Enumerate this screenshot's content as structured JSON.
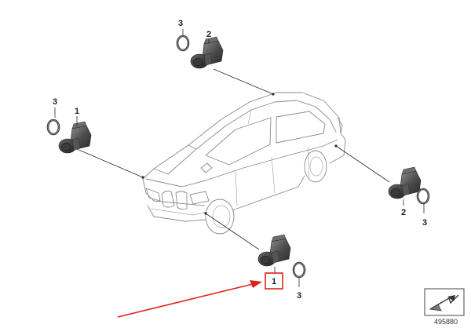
{
  "diagram": {
    "callouts": {
      "top_sensor": "2",
      "top_ring": "3",
      "left_sensor": "1",
      "left_ring": "3",
      "right_sensor": "2",
      "right_ring": "3",
      "front_sensor": "1",
      "front_ring": "3"
    },
    "highlighted_callout": "front_sensor",
    "highlight_color": "#e0201a",
    "arrow_color": "#e0201a",
    "document_number": "495880",
    "icons": [
      "parking-sensor-icon",
      "sealing-ring-icon",
      "car-outline-icon",
      "corner-badge-icon"
    ]
  }
}
